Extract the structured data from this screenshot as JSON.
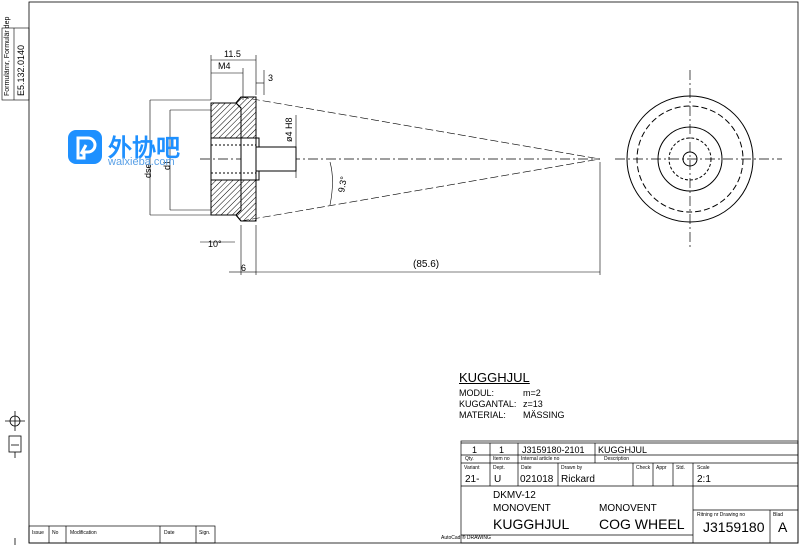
{
  "side_stamp": {
    "lines": [
      "Formulärnr, Formulär dep",
      "E5.132.0140"
    ]
  },
  "dimensions": {
    "d1": "11.5",
    "d2": "M4",
    "d3": "3",
    "d4": "ø4 H8",
    "d5": "dse",
    "d6": "d1",
    "d7": "9.3°",
    "d8": "10°",
    "d9": "6",
    "d10": "(85.6)"
  },
  "part_info": {
    "title": "KUGGHJUL",
    "rows": [
      {
        "label": "MODUL:",
        "value": "m=2"
      },
      {
        "label": "KUGGANTAL:",
        "value": "z=13"
      },
      {
        "label": "MATERIAL:",
        "value": "MÄSSING"
      }
    ]
  },
  "parts_list": {
    "qty": "1",
    "item": "1",
    "article": "J3159180-2101",
    "description": "KUGGHJUL",
    "headers": [
      "Qty.",
      "Item no",
      "Internal article no",
      "Description"
    ]
  },
  "title_block": {
    "variant_label": "Variant",
    "variant": "21-",
    "dept_label": "Dept.",
    "dept": "U",
    "date_label": "Date",
    "date": "021018",
    "drawn_label": "Drawn by",
    "drawn": "Rickard",
    "check_label": "Check",
    "appr_label": "Appr",
    "std_label": "Std.",
    "scale_label": "Scale",
    "scale": "2:1",
    "project": "DKMV-12",
    "owner_sv": "MONOVENT",
    "owner_en": "MONOVENT",
    "name_sv": "KUGGHJUL",
    "name_en": "COG WHEEL",
    "drawing_no_label": "Ritning nr Drawing no",
    "drawing_no": "J3159180",
    "sheet_label": "Blad",
    "revision": "A"
  },
  "revision_table": {
    "headers": [
      "Issue",
      "No",
      "Modification",
      "Date",
      "Sign."
    ]
  },
  "footer": {
    "autocad": "AutoCad ® DRAWING"
  },
  "watermark": {
    "brand": "外协吧",
    "url": "waixieba.com"
  },
  "colors": {
    "line": "#000000",
    "watermark": "#1e90ff"
  }
}
